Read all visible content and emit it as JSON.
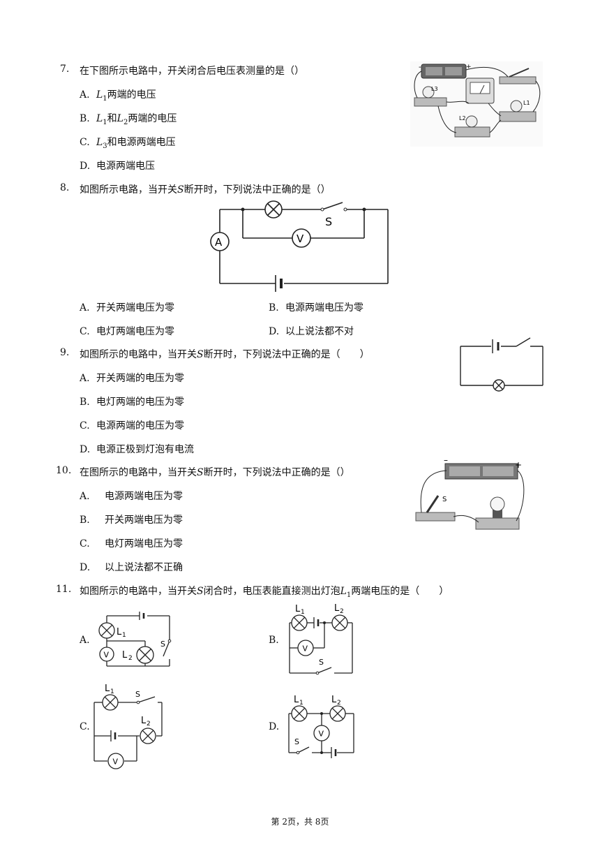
{
  "questions": [
    {
      "num": "7.",
      "stem": "在下图所示电路中，开关闭合后电压表测量的是（）",
      "options": [
        {
          "label": "A.",
          "pre": "",
          "s1": "L",
          "s1sub": "1",
          "mid": "两端的电压",
          "s2": "",
          "s2sub": "",
          "post": ""
        },
        {
          "label": "B.",
          "pre": "",
          "s1": "L",
          "s1sub": "1",
          "mid": "和",
          "s2": "L",
          "s2sub": "2",
          "post": "两端的电压"
        },
        {
          "label": "C.",
          "pre": "",
          "s1": "L",
          "s1sub": "3",
          "mid": "和电源两端电压",
          "s2": "",
          "s2sub": "",
          "post": ""
        },
        {
          "label": "D.",
          "text": "电源两端电压"
        }
      ],
      "figure_labels": {
        "l3": "L3",
        "l2": "L2",
        "l1": "L1",
        "minus": "-",
        "plus": "+"
      }
    },
    {
      "num": "8.",
      "stem_pre": "如图所示电路，当开关",
      "stem_var": "S",
      "stem_post": "断开时，下列说法中正确的是（）",
      "options": [
        {
          "label": "A.",
          "text": "开关两端电压为零"
        },
        {
          "label": "B.",
          "text": "电源两端电压为零"
        },
        {
          "label": "C.",
          "text": "电灯两端电压为零"
        },
        {
          "label": "D.",
          "text": "以上说法都不对"
        }
      ],
      "figure_labels": {
        "s": "S",
        "a": "A",
        "v": "V"
      }
    },
    {
      "num": "9.",
      "stem_pre": "如图所示的电路中，当开关",
      "stem_var": "S",
      "stem_post": "断开时，下列说法中正确的是（　　）",
      "options": [
        {
          "label": "A.",
          "text": "开关两端的电压为零"
        },
        {
          "label": "B.",
          "text": "电灯两端的电压为零"
        },
        {
          "label": "C.",
          "text": "电源两端的电压为零"
        },
        {
          "label": "D.",
          "text": "电源正极到灯泡有电流"
        }
      ]
    },
    {
      "num": "10.",
      "stem_pre": "在图所示的电路中，当开关",
      "stem_var": "S",
      "stem_post": "断开时，下列说法中正确的是（）",
      "options": [
        {
          "label": "A.",
          "text": "电源两端电压为零"
        },
        {
          "label": "B.",
          "text": "开关两端电压为零"
        },
        {
          "label": "C.",
          "text": "电灯两端电压为零"
        },
        {
          "label": "D.",
          "text": "以上说法都不正确"
        }
      ],
      "figure_labels": {
        "minus": "–",
        "plus": "+",
        "s": "S"
      }
    },
    {
      "num": "11.",
      "stem_pre": "如图所示的电路中，当开关",
      "stem_var": "S",
      "stem_mid": "闭合时，电压表能直接测出灯泡",
      "stem_var2": "L",
      "stem_var2_sub": "1",
      "stem_post": "两端电压的是（　　）",
      "options": [
        {
          "label": "A."
        },
        {
          "label": "B."
        },
        {
          "label": "C."
        },
        {
          "label": "D."
        }
      ],
      "figure_labels": {
        "l": "L",
        "s": "S",
        "v": "V",
        "sub1": "1",
        "sub2": "2"
      }
    }
  ],
  "footer": "第 2页，共 8页",
  "colors": {
    "ink": "#111111",
    "line": "#222222"
  }
}
